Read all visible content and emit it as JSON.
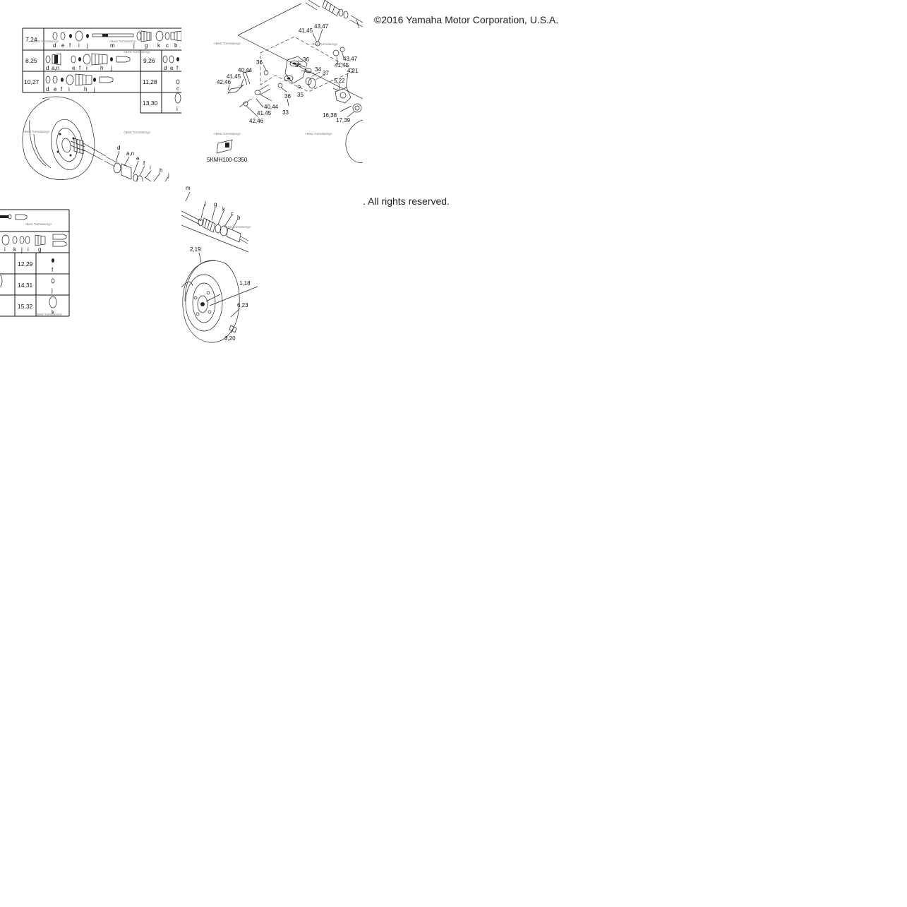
{
  "copyright_top": "©2016 Yamaha Motor Corporation, U.S.A.",
  "copyright_bottom": ". All rights reserved.",
  "diagram_code": "5KMH100-C350",
  "watermark": "<Best Turmaturng>",
  "kit_table_1": {
    "rows": [
      {
        "ref": "7,24",
        "letters": [
          "d",
          "e",
          "f",
          "i",
          "j",
          "m",
          "j",
          "g",
          "k",
          "c",
          "b"
        ]
      },
      {
        "ref": "8,25",
        "letters": [
          "d",
          "a,n",
          "e",
          "f",
          "i",
          "h",
          "j"
        ]
      },
      {
        "ref": "10,27",
        "letters": [
          "d",
          "e",
          "f",
          "i",
          "h",
          "j"
        ]
      }
    ],
    "right_rows": [
      {
        "ref": "9,26",
        "letters": [
          "d",
          "e",
          "f"
        ]
      },
      {
        "ref": "11,28",
        "letters": [
          "c"
        ]
      },
      {
        "ref": "13,30",
        "letters": [
          "i"
        ]
      }
    ]
  },
  "kit_table_2": {
    "top_letters": [
      "i",
      "k",
      "j",
      "i",
      "g"
    ],
    "rows": [
      {
        "ref": "12,29",
        "letter": "f"
      },
      {
        "ref": "14,31",
        "letter": "j"
      },
      {
        "ref": "15,32",
        "letter": "k"
      }
    ]
  },
  "wheel_left_callouts": [
    "d",
    "a,n",
    "e",
    "f",
    "i",
    "h",
    "j"
  ],
  "knuckle_callouts": [
    "43,47",
    "41,45",
    "36",
    "36",
    "36",
    "34",
    "37",
    "43,47",
    "41,45",
    "4,21",
    "5,22",
    "40,44",
    "41,45",
    "42,46",
    "36",
    "35",
    "40,44",
    "41,45",
    "33",
    "42,46",
    "16,38",
    "17,39"
  ],
  "wheel_right_callouts": [
    "m",
    "j",
    "g",
    "k",
    "c",
    "b",
    "2,19",
    "1,18",
    "6,23",
    "3,20"
  ]
}
